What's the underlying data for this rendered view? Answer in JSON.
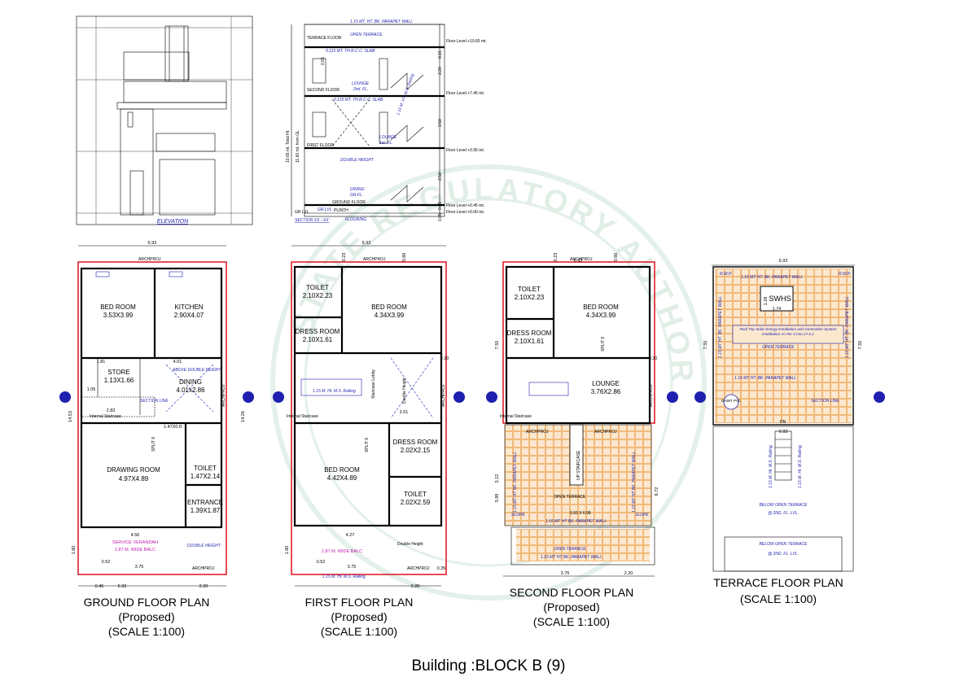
{
  "sheet_title": "Building :BLOCK B (9)",
  "watermark": {
    "text": "STATE REGULATORY AUTHORITY",
    "color": "#bfe0cf"
  },
  "colors": {
    "wall": "#000000",
    "boundary": "#e0202a",
    "annotation": "#1f1fb0",
    "tile": "#f2b97a",
    "balcony_text": "#c01ab0"
  },
  "elevation": {
    "label": "ELEVATION"
  },
  "section": {
    "label": "SECTION XX - XX'",
    "parapet": "1.15 MT. HT. BK. PARAPET WALL",
    "slab1": "0.115 MT. TH.R.C.C. SLAB",
    "slab2": "0.115 MT. TH.R.C.C. SLAB",
    "floors": [
      "TERRACE FLOOR",
      "SECOND FLOOR",
      "FIRST FLOOR",
      "GROUND FLOOR",
      "PLINTH"
    ],
    "rooms": [
      "OPEN TERRACE",
      "LOUNGE",
      "2nd. FL.",
      "LOUNGE",
      "1st. FL.",
      "DOUBLE HEIGHT",
      "DINING",
      "GR.FL."
    ],
    "levels": [
      "Floor Level +10.65 mt.",
      "Floor Level +7.45 mt.",
      "Floor Level +3.95 mt.",
      "Floor Level +0.45 mt.",
      "Floor Level +0.00 mt."
    ],
    "gr_lvl": "GR LVL",
    "gr_lvl2": "GR.LVL",
    "flooring": "FLOORING",
    "total_ht": "10.65 mt. Total Ht.",
    "from_gl": "11.60 mt. from GL",
    "heights": [
      "0.15",
      "0.65",
      "3.20",
      "3.50",
      "3.50",
      "0.45",
      "0.65"
    ],
    "railing": "1.15 M. HT. M.S. Railing"
  },
  "common": {
    "archproj": "ARCHPROJ",
    "split": "SPLIT 9",
    "internal_staircase": "Internal Staircase",
    "width": "6.93",
    "depth": "14.26"
  },
  "ground_plan": {
    "title": "GROUND FLOOR PLAN",
    "status": "(Proposed)",
    "scale": "(SCALE 1:100)",
    "rooms": [
      {
        "name": "BED ROOM",
        "size": "3.53X3.99"
      },
      {
        "name": "KITCHEN",
        "size": "2.90X4.07"
      },
      {
        "name": "STORE",
        "size": "1.13X1.66"
      },
      {
        "name": "DINING",
        "size": "4.01x2.86"
      },
      {
        "name": "DRAWING ROOM",
        "size": "4.97X4.89"
      },
      {
        "name": "TOILET",
        "size": "1.47X2.14"
      },
      {
        "name": "ENTRANCE",
        "size": "1.39X1.87"
      }
    ],
    "above_double_height": "ABOVE DOUBLE HEIGHT",
    "section_line": "SECTION LINE",
    "verandah": "SERVICE VERANDAH",
    "verandah_size": "1.87 M. WIDE BALC",
    "double_height": "DOUBLE HEIGHT",
    "dims": [
      "6.93",
      "14.53",
      "14.26",
      "3.75",
      "2.20",
      "4.50",
      "1.60",
      "0.52",
      "1.47X0.8",
      "0.45",
      "2.83",
      "4.01",
      "1.81",
      "1.05"
    ]
  },
  "first_plan": {
    "title": "FIRST FLOOR PLAN",
    "status": "(Proposed)",
    "scale": "(SCALE 1:100)",
    "rooms": [
      {
        "name": "TOILET",
        "size": "2.10X2.23"
      },
      {
        "name": "BED ROOM",
        "size": "4.34X3.99"
      },
      {
        "name": "DRESS ROOM",
        "size": "2.10X1.61"
      },
      {
        "name": "BED ROOM",
        "size": "4.42X4.89"
      },
      {
        "name": "DRESS ROOM",
        "size": "2.02X2.15"
      },
      {
        "name": "TOILET",
        "size": "2.02X2.59"
      }
    ],
    "staircase_lobby": "Staircase Lobby",
    "double_height": "Double Height",
    "double_height2": "Double Height",
    "railing": "1.15 M. Ht. M.S. Railing",
    "balc": "1.87 M. WIDE BALC",
    "dims": [
      "6.93",
      "2.51",
      "4.27",
      "3.75",
      "2.20",
      "0.23",
      "0.60",
      "0.30",
      "0.35",
      "0.52",
      "1.60"
    ]
  },
  "second_plan": {
    "title": "SECOND FLOOR PLAN",
    "status": "(Proposed)",
    "scale": "(SCALE 1:100)",
    "rooms": [
      {
        "name": "TOILET",
        "size": "2.10X2.23"
      },
      {
        "name": "BED ROOM",
        "size": "4.34X3.99"
      },
      {
        "name": "DRESS ROOM",
        "size": "2.10X1.61"
      },
      {
        "name": "LOUNGE",
        "size": "3.76X2.86"
      }
    ],
    "open_terrace": "OPEN TERRACE",
    "open_terrace_size": "6.93 X 6.99",
    "open_terrace2": "OPEN TERRACE",
    "parapet": "1.15 MT HT BK. PARAPET WALL",
    "slope": "SLOPE",
    "staircase": "UP STAIRCASE",
    "dims": [
      "7.55",
      "6.93",
      "5.12",
      "5.98",
      "6.72",
      "3.75",
      "2.20",
      "0.23",
      "0.60",
      "0.30"
    ]
  },
  "terrace_plan": {
    "title": "TERRACE FLOOR PLAN",
    "scale": "(SCALE 1:100)",
    "swhs": "SWHS",
    "swhs_dims": [
      "1.74",
      "1.28"
    ],
    "solar_note": "Roof Top Solar Energy Installation and Generation System Installation As Per Cl.No.17.5.1",
    "open_terrace": "OPEN TERRACE",
    "parapet": "1.15 MT HT. BK. PARAPET WALL",
    "ohwt": "OHWT PVC",
    "below1": "BELOW OPEN TERRACE",
    "below1_lvl": "@ 2ND. FL. LVL.",
    "below2": "BELOW OPEN TERRACE",
    "below2_lvl": "@ 2ND. FL. LVL.",
    "rwp": "R.W.P.",
    "dn": "DN",
    "railing": "1.15 M. Ht. M.S. Railing",
    "dims": [
      "6.93",
      "7.55",
      "6.93",
      "7.55"
    ]
  }
}
